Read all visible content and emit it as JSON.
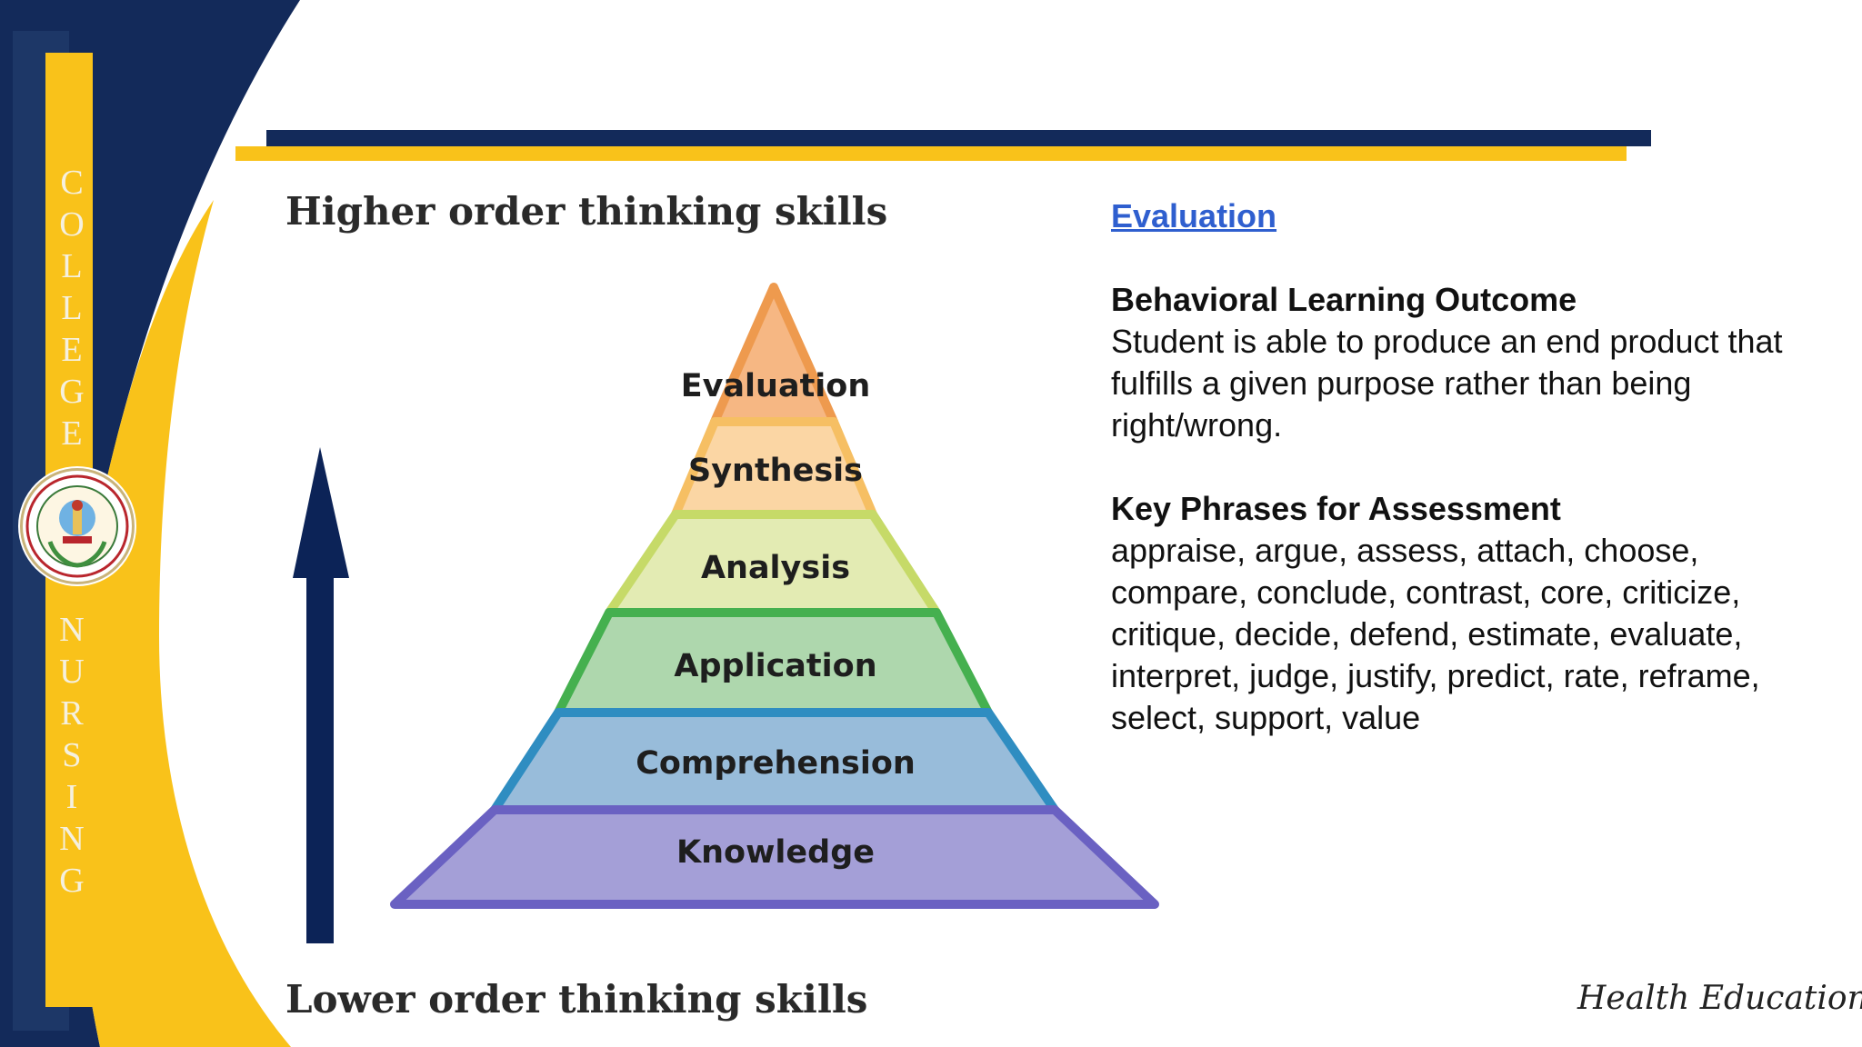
{
  "sidebar": {
    "top_letters": [
      "C",
      "O",
      "L",
      "L",
      "E",
      "G",
      "E"
    ],
    "bottom_letters": [
      "N",
      "U",
      "R",
      "S",
      "I",
      "N",
      "G"
    ]
  },
  "diagram": {
    "higher_label": "Higher order thinking skills",
    "lower_label": "Lower order thinking skills",
    "levels": [
      "Evaluation",
      "Synthesis",
      "Analysis",
      "Application",
      "Comprehension",
      "Knowledge"
    ],
    "colors": {
      "evaluation": "#f6b783",
      "synthesis": "#fbd6a4",
      "analysis": "#e3ebb3",
      "application": "#aed7ad",
      "comprehension": "#98bcda",
      "knowledge": "#a49fd7",
      "arrow": "#0c2357"
    }
  },
  "content": {
    "title": "Evaluation",
    "outcome_heading": "Behavioral Learning Outcome",
    "outcome_text": "Student is able to produce an end product that fulfills a given purpose rather than being right/wrong.",
    "phrases_heading": "Key Phrases for Assessment",
    "phrases_text": "appraise, argue, assess, attach, choose, compare, conclude, contrast, core, criticize, critique, decide, defend, estimate, evaluate, interpret, judge, justify, predict, rate, reframe, select, support, value"
  },
  "footer": {
    "signature": "Health Education"
  },
  "theme": {
    "navy": "#132a5a",
    "gold": "#f9c21a"
  }
}
